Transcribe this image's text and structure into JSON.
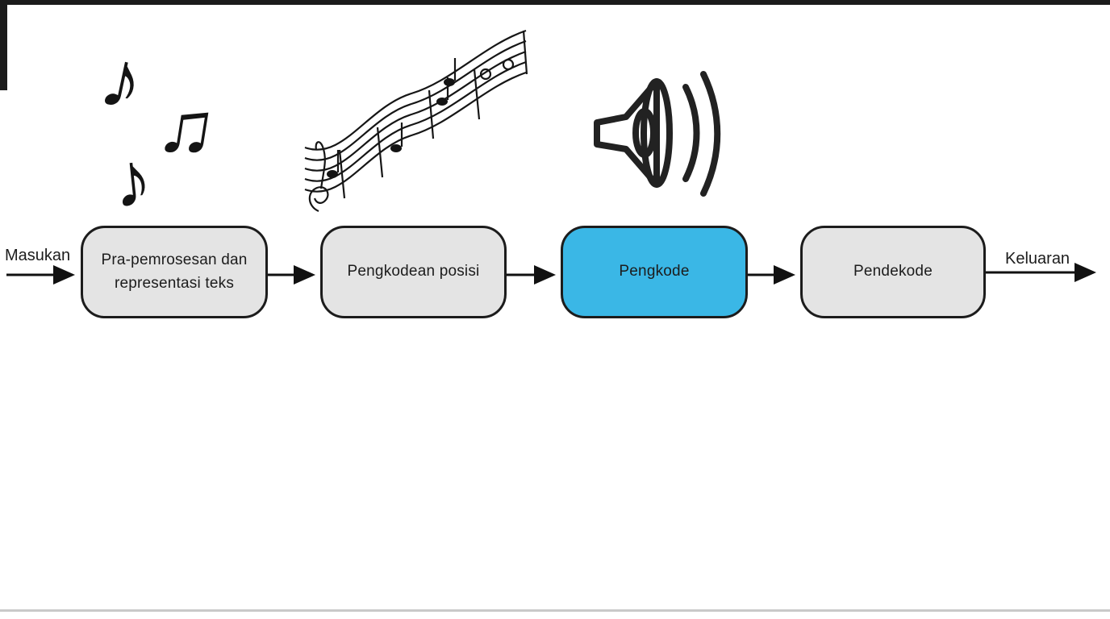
{
  "diagram": {
    "title": "Transformer pipeline flow (Indonesian)",
    "input_label": "Masukan",
    "output_label": "Keluaran",
    "boxes": [
      {
        "id": "pra-pemrosesan",
        "label": "Pra-pemrosesan dan representasi teks",
        "fill": "#e4e4e4"
      },
      {
        "id": "pengkodean-posisi",
        "label": "Pengkodean posisi",
        "fill": "#e4e4e4"
      },
      {
        "id": "pengkode",
        "label": "Pengkode",
        "fill": "#3ab7e6"
      },
      {
        "id": "pendekode",
        "label": "Pendekode",
        "fill": "#e4e4e4"
      }
    ],
    "icons": [
      {
        "name": "music-notes-icon",
        "glyphs": [
          "♪",
          "♫",
          "♪"
        ]
      },
      {
        "name": "music-staff-icon"
      },
      {
        "name": "speaker-icon"
      }
    ],
    "colors": {
      "box_border": "#1c1c1c",
      "box_fill_gray": "#e4e4e4",
      "box_fill_accent": "#3ab7e6",
      "arrow": "#111111",
      "text": "#1c1c1c",
      "background": "#ffffff"
    }
  }
}
